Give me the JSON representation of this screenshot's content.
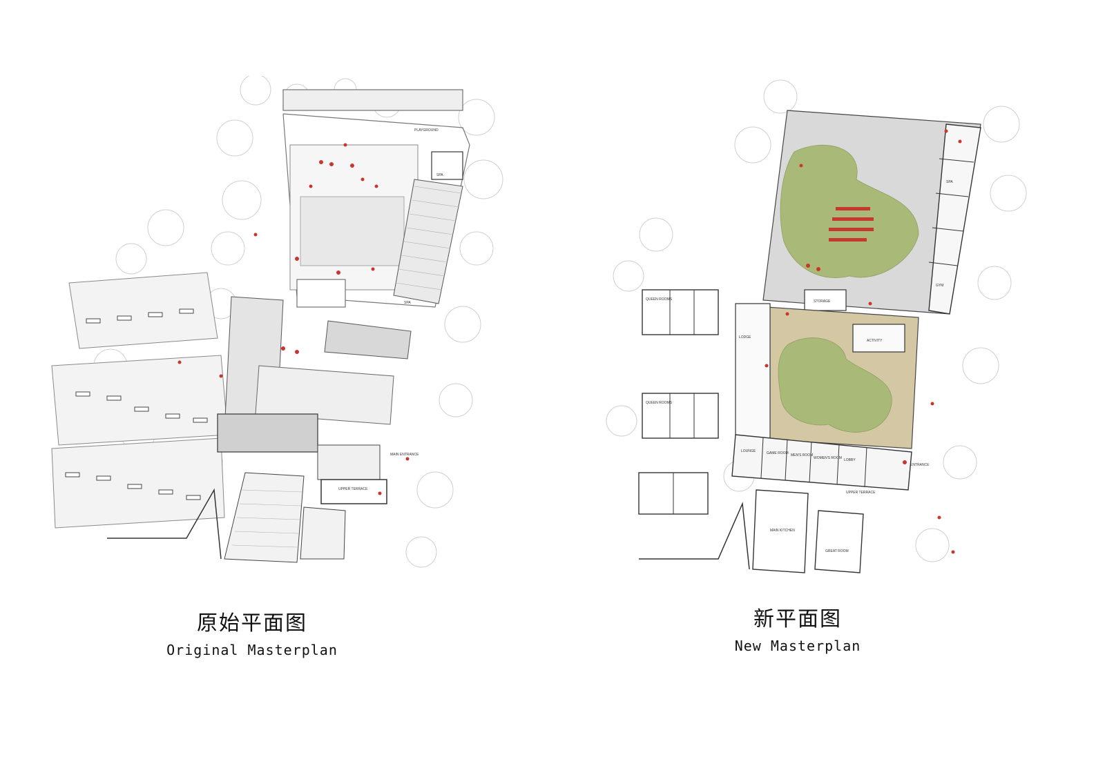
{
  "plans": {
    "original": {
      "title_zh": "原始平面图",
      "title_en": "Original Masterplan",
      "labels": {
        "playground": "PLAYGROUND",
        "spa_top": "SPA",
        "spa_bottom": "SPA",
        "main_entrance": "MAIN ENTRANCE",
        "upper_terrace": "UPPER TERRACE"
      }
    },
    "new": {
      "title_zh": "新平面图",
      "title_en": "New Masterplan",
      "labels": {
        "queen_rooms_top": "QUEEN ROOMS",
        "queen_rooms_bottom": "QUEEN ROOMS",
        "storage": "STORAGE",
        "lodge": "LODGE",
        "activity": "ACTIVITY",
        "spa": "SPA",
        "gym": "GYM",
        "lounge": "LOUNGE",
        "game_room": "GAME ROOM",
        "mens_room": "MEN'S ROOM",
        "womens_room": "WOMEN'S ROOM",
        "lobby": "LOBBY",
        "entrance": "ENTRANCE",
        "upper_terrace": "UPPER TERRACE",
        "main_kitchen": "MAIN KITCHEN",
        "great_room": "GREAT ROOM"
      }
    }
  },
  "colors": {
    "line": "#555555",
    "light_line": "#bdbdbd",
    "lawn": "#a9ba78",
    "accent_red": "#c8372d",
    "gravel": "#d5d5d5"
  }
}
